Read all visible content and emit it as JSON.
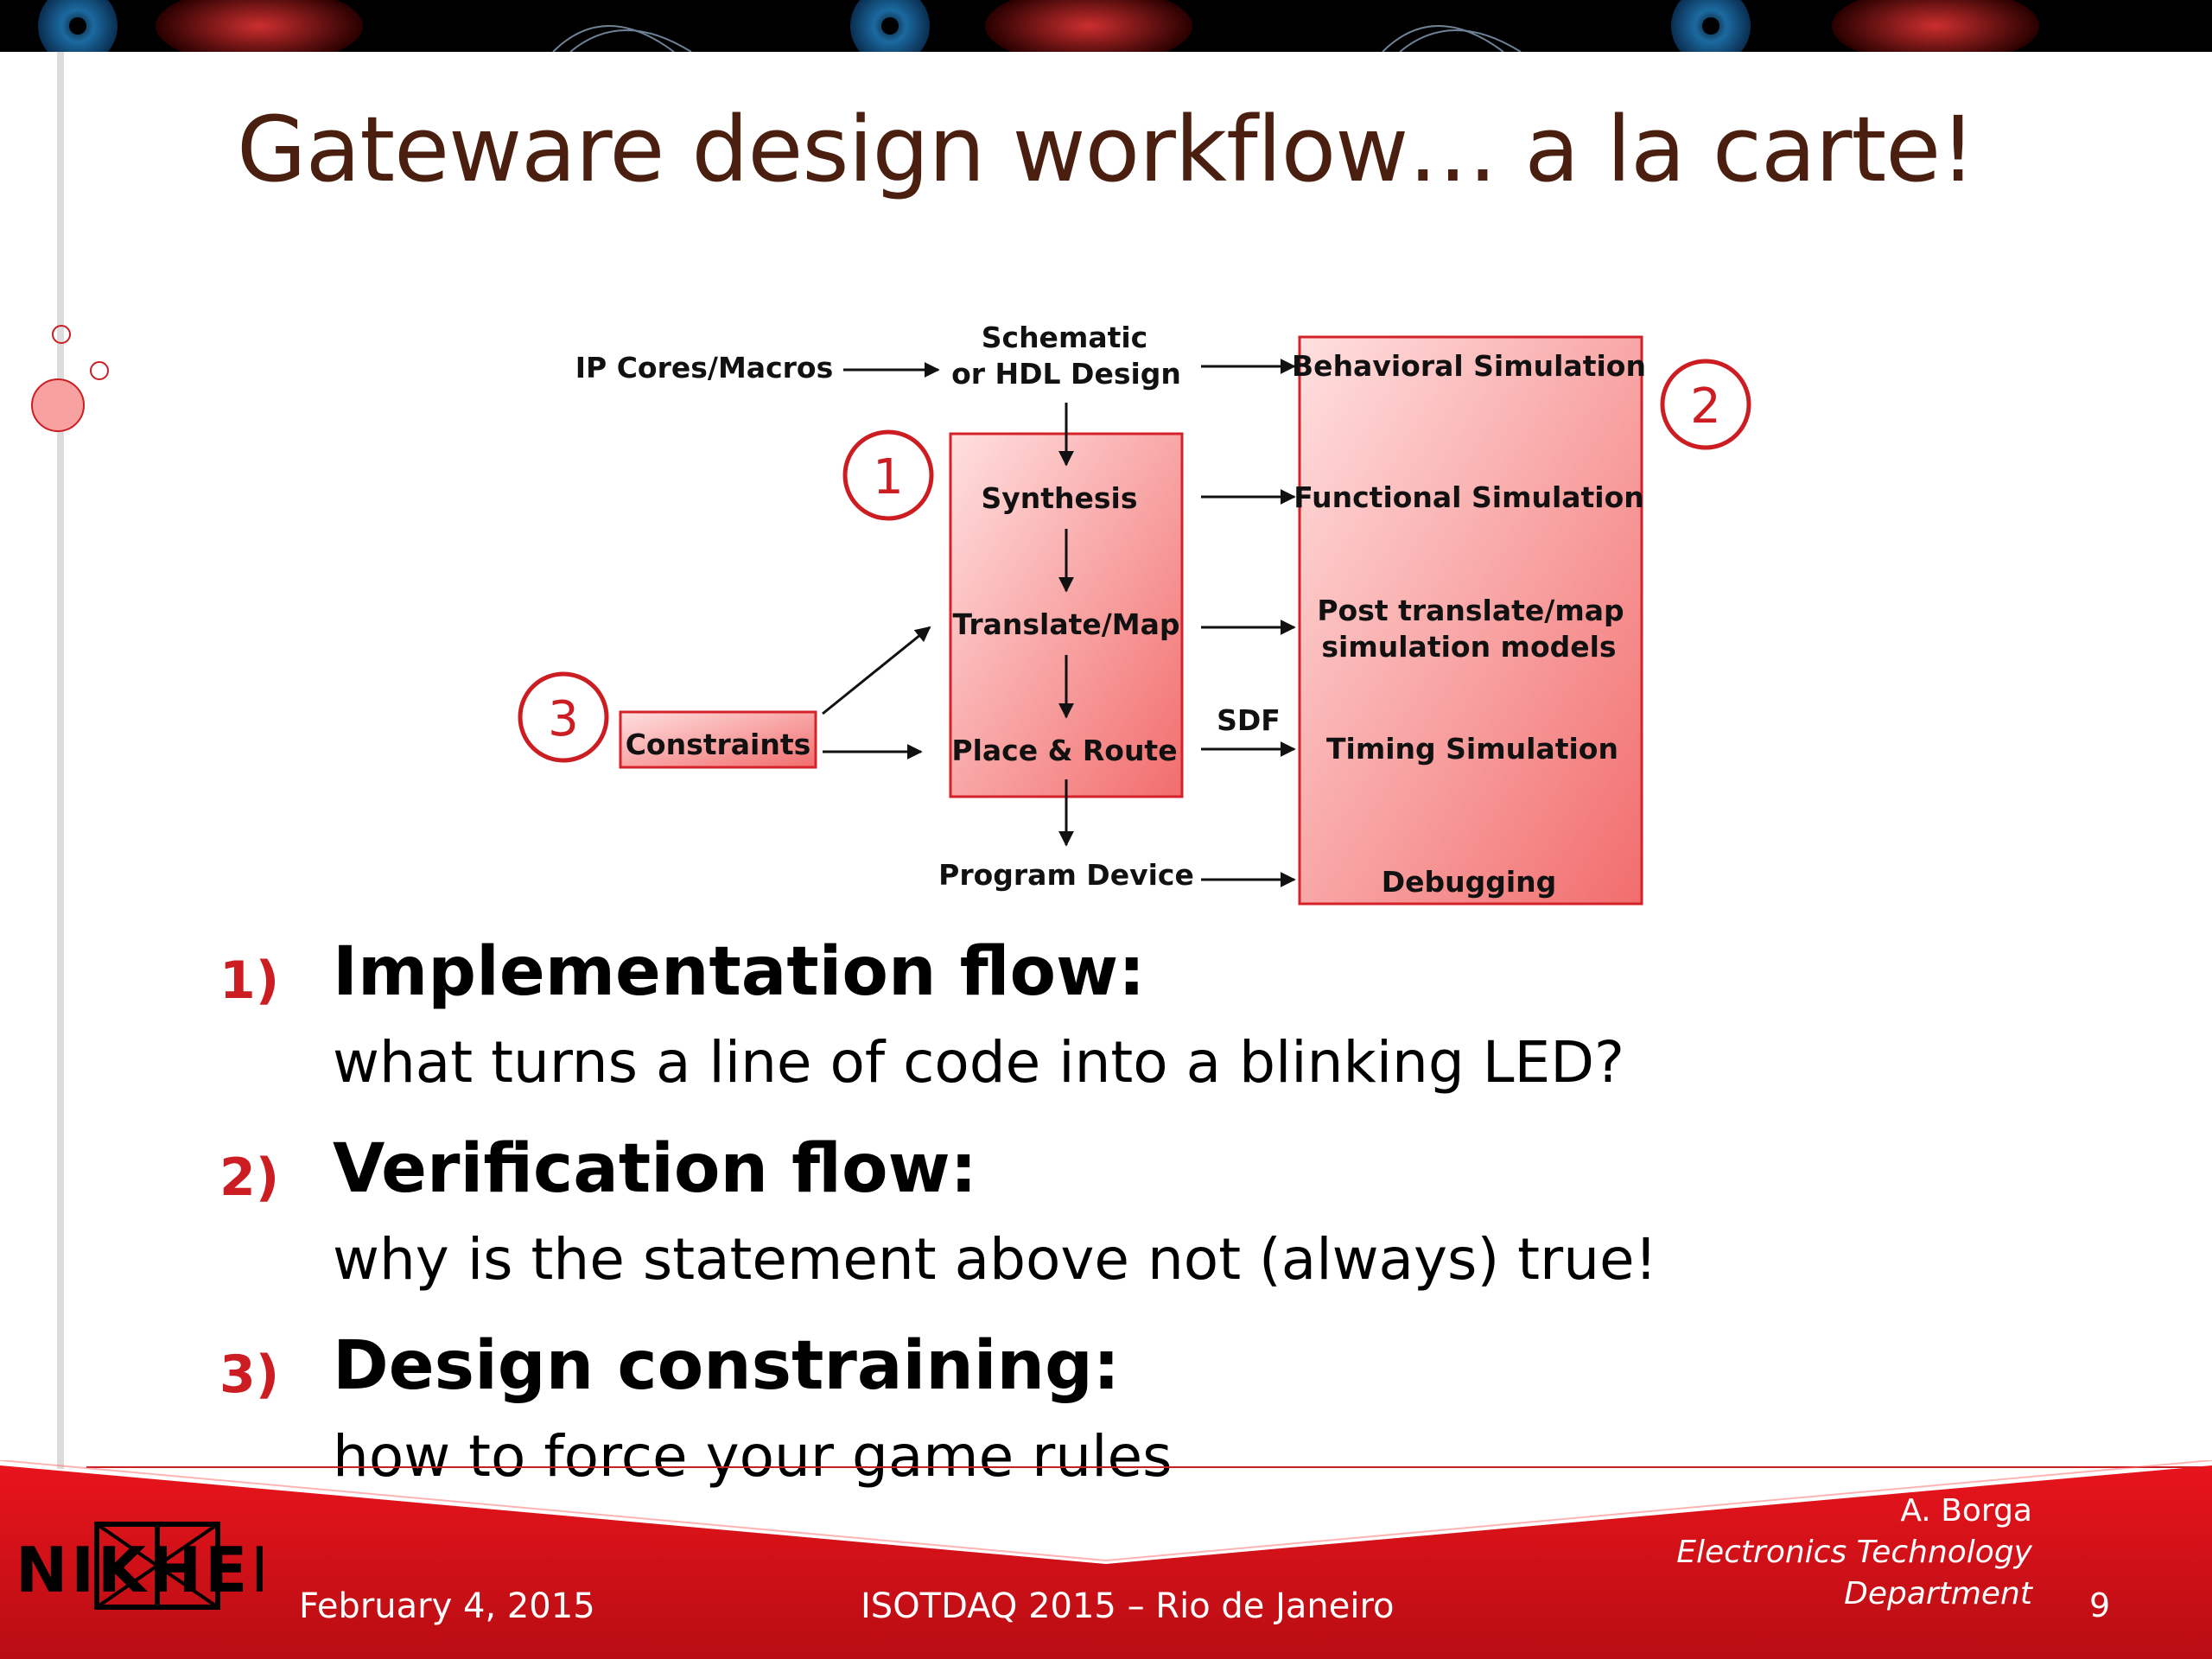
{
  "title": "Gateware design workflow… a la carte!",
  "diagram": {
    "ip_cores": "IP Cores/Macros",
    "schematic_line1": "Schematic",
    "schematic_line2": "or HDL Design",
    "synthesis": "Synthesis",
    "translate_map": "Translate/Map",
    "place_route": "Place & Route",
    "program_device": "Program Device",
    "constraints": "Constraints",
    "sdf": "SDF",
    "behavioral_sim": "Behavioral Simulation",
    "functional_sim": "Functional Simulation",
    "post_translate_line1": "Post translate/map",
    "post_translate_line2": "simulation models",
    "timing_sim": "Timing Simulation",
    "debugging": "Debugging",
    "marker1": "1",
    "marker2": "2",
    "marker3": "3"
  },
  "items": [
    {
      "marker": "1)",
      "heading": "Implementation flow:",
      "text": "what turns a line of code into a blinking LED?"
    },
    {
      "marker": "2)",
      "heading": "Verification flow:",
      "text": "why is the statement above not (always) true!"
    },
    {
      "marker": "3)",
      "heading": "Design constraining:",
      "text": "how to force your game rules"
    }
  ],
  "footer": {
    "date": "February 4, 2015",
    "event": "ISOTDAQ 2015 – Rio de Janeiro",
    "author": "A. Borga",
    "dept_line1": "Electronics Technology",
    "dept_line2": "Department",
    "page": "9",
    "logo_text": "NIKHEF"
  },
  "colors": {
    "accent": "#cc1d22",
    "title": "#4a1f10",
    "box_fill_light": "#ffe0e0",
    "box_fill_dark": "#f26d6d"
  }
}
